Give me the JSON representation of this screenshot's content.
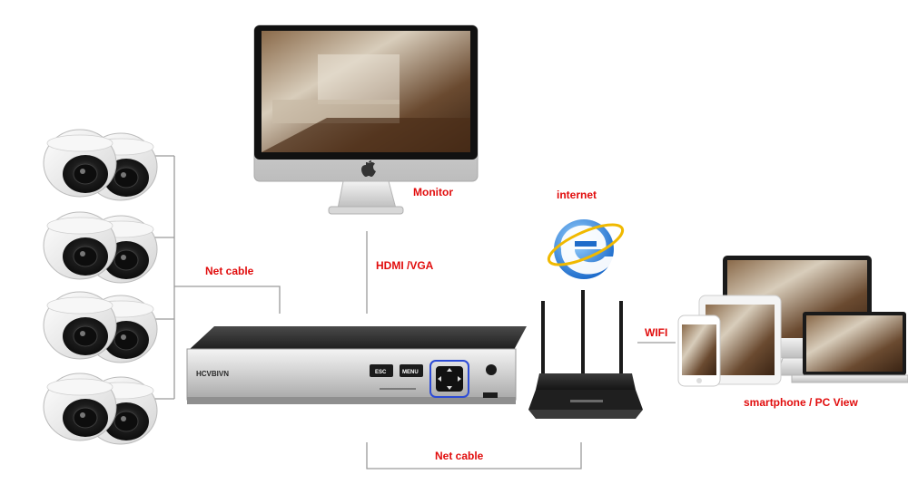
{
  "labels": {
    "monitor": "Monitor",
    "internet": "internet",
    "hdmi_vga": "HDMI /VGA",
    "net_cable_left": "Net cable",
    "net_cable_bottom": "Net cable",
    "wifi": "WIFI",
    "smartphone_pc": "smartphone / PC View"
  },
  "nvr": {
    "brand": "HCVBIVN",
    "esc_label": "ESC",
    "menu_label": "MENU"
  },
  "colors": {
    "label_red": "#e10d0d",
    "line_gray": "#9a9a9a",
    "dpad_blue": "#2c4bd6",
    "ie_blue": "#1d7fd8"
  },
  "icons": [
    "dome-camera-icon",
    "apple-logo-icon",
    "internet-explorer-icon",
    "router-antenna-icon"
  ]
}
